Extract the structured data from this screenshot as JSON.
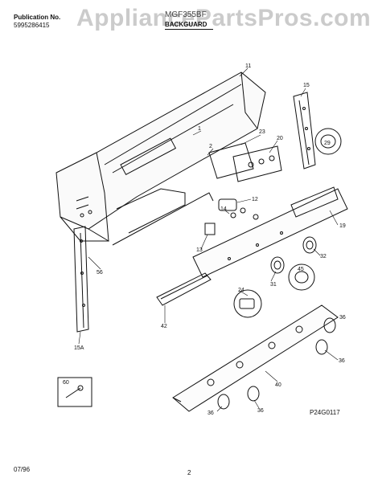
{
  "header": {
    "publication_label": "Publication No.",
    "publication_number": "5995286415",
    "model": "MGF355BF",
    "section_title": "BACKGUARD"
  },
  "watermark": "AppliancePartsPros.com",
  "diagram": {
    "code": "P24G0117",
    "callouts": [
      "11",
      "15",
      "1",
      "2",
      "23",
      "20",
      "29",
      "12",
      "14",
      "19",
      "13",
      "32",
      "45",
      "31",
      "24",
      "42",
      "56",
      "15A",
      "36",
      "36",
      "40",
      "36",
      "36",
      "60"
    ]
  },
  "footer": {
    "date": "07/96",
    "page": "2"
  }
}
